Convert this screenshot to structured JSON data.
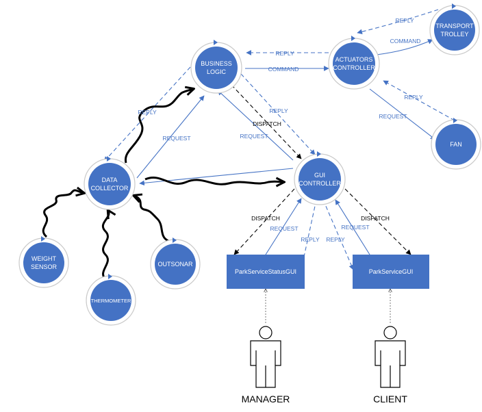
{
  "colors": {
    "node_fill": "#4472c4",
    "node_ring": "#c9c9c9",
    "arrow_blue": "#4472c4",
    "arrow_black": "#000000",
    "squiggle": "#000000"
  },
  "nodes": {
    "business_logic": [
      "BUSINESS",
      "LOGIC"
    ],
    "actuators_controller": [
      "ACTUATORS",
      "CONTROLLER"
    ],
    "transport_trolley": [
      "TRANSPORT",
      "TROLLEY"
    ],
    "fan": [
      "FAN"
    ],
    "data_collector": [
      "DATA",
      "COLLECTOR"
    ],
    "gui_controller": [
      "GUI",
      "CONTROLLER"
    ],
    "weight_sensor": [
      "WEIGHT",
      "SENSOR"
    ],
    "thermometer": [
      "THERMOMETER"
    ],
    "outsonar": [
      "OUTSONAR"
    ]
  },
  "boxes": {
    "status_gui": "ParkServiceStatusGUI",
    "service_gui": "ParkServiceGUI"
  },
  "actors": {
    "manager": "MANAGER",
    "client": "CLIENT"
  },
  "edge_labels": {
    "reply": "REPLY",
    "command": "COMMAND",
    "request": "REQUEST",
    "dispatch": "DISPATCH"
  }
}
